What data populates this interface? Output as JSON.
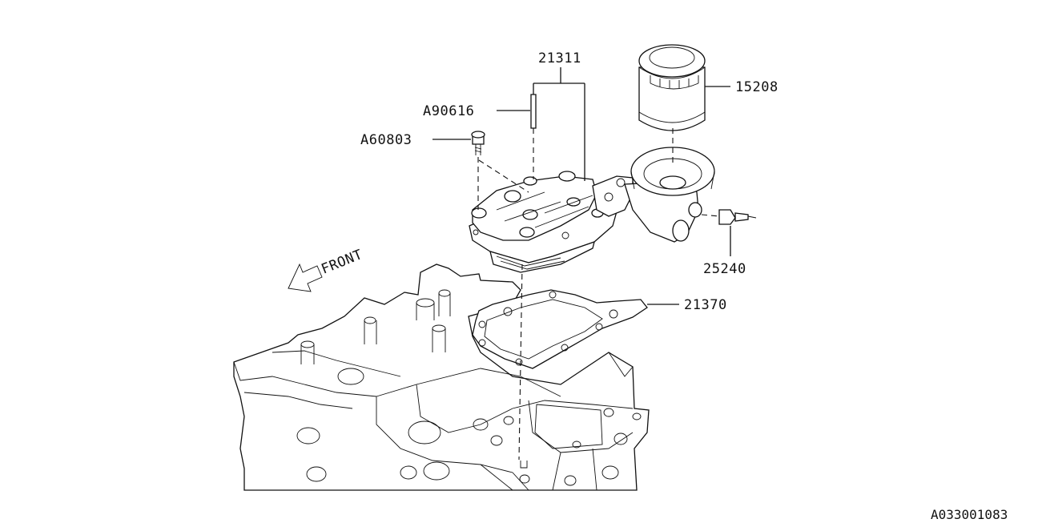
{
  "diagram": {
    "ref_code": "A033001083",
    "front_label": "FRONT",
    "callouts": [
      {
        "id": "21311",
        "text": "21311"
      },
      {
        "id": "a90616",
        "text": "A90616"
      },
      {
        "id": "a60803",
        "text": "A60803"
      },
      {
        "id": "15208",
        "text": "15208"
      },
      {
        "id": "25240",
        "text": "25240"
      },
      {
        "id": "21370",
        "text": "21370"
      }
    ]
  }
}
